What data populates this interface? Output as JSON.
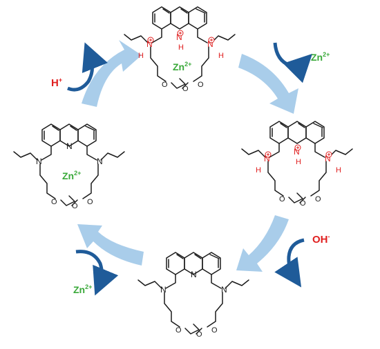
{
  "labels": {
    "zn_top": "Zn",
    "zn_left": "Zn",
    "charge_2plus": "2+",
    "reagent_h": "H",
    "reagent_h_charge": "+",
    "reagent_oh": "OH",
    "reagent_oh_charge": "-",
    "zn_release_top": "Zn",
    "zn_release_bottom": "Zn"
  },
  "atoms": {
    "N": "N",
    "O": "O",
    "H": "H"
  },
  "colors": {
    "cycle_arrow": "#a9cdea",
    "curved_arrow": "#1f5b99",
    "proton_red": "#e02020",
    "zinc_green": "#3aa93a"
  }
}
